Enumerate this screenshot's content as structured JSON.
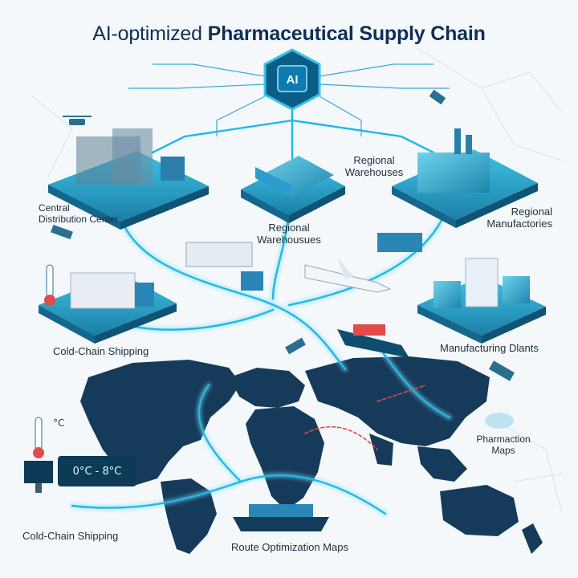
{
  "title": {
    "part1": "AI-optimized ",
    "part2": "Pharmaceutical Supply Chain"
  },
  "hub": {
    "label": "AI"
  },
  "nodes": {
    "central_dc": {
      "line1": "Central",
      "line2": "Distribution Center"
    },
    "regional_wh_top": {
      "line1": "Regional",
      "line2": "Warehouses"
    },
    "regional_wh_mid": {
      "line1": "Regional",
      "line2": "Warehousues"
    },
    "regional_mfg": {
      "line1": "Regional",
      "line2": "Manufactories"
    },
    "cold_chain_top": {
      "label": "Cold-Chain Shipping"
    },
    "mfg_plants": {
      "label": "Manufacturing Dlants"
    },
    "pharmacion_maps": {
      "line1": "Pharmaction",
      "line2": "Maps"
    },
    "cold_chain_bottom": {
      "label": "Cold-Chain Shipping"
    },
    "route_maps": {
      "label": "Route Optimization Maps"
    }
  },
  "readouts": {
    "temp_range": "0°C - 8°C",
    "thermo_unit": "°C"
  },
  "colors": {
    "accent": "#1fb8e6",
    "deep": "#0b5d86",
    "map": "#14334f",
    "platform": "#2aa7c9",
    "route_red": "#e14b4b"
  },
  "icons": [
    "ai-chip-icon",
    "drone-icon",
    "satellite-icon",
    "truck-icon",
    "airplane-icon",
    "cargo-ship-icon",
    "thermometer-icon",
    "monitor-icon",
    "factory-icon",
    "warehouse-icon",
    "hospital-icon",
    "cloud-icon"
  ]
}
